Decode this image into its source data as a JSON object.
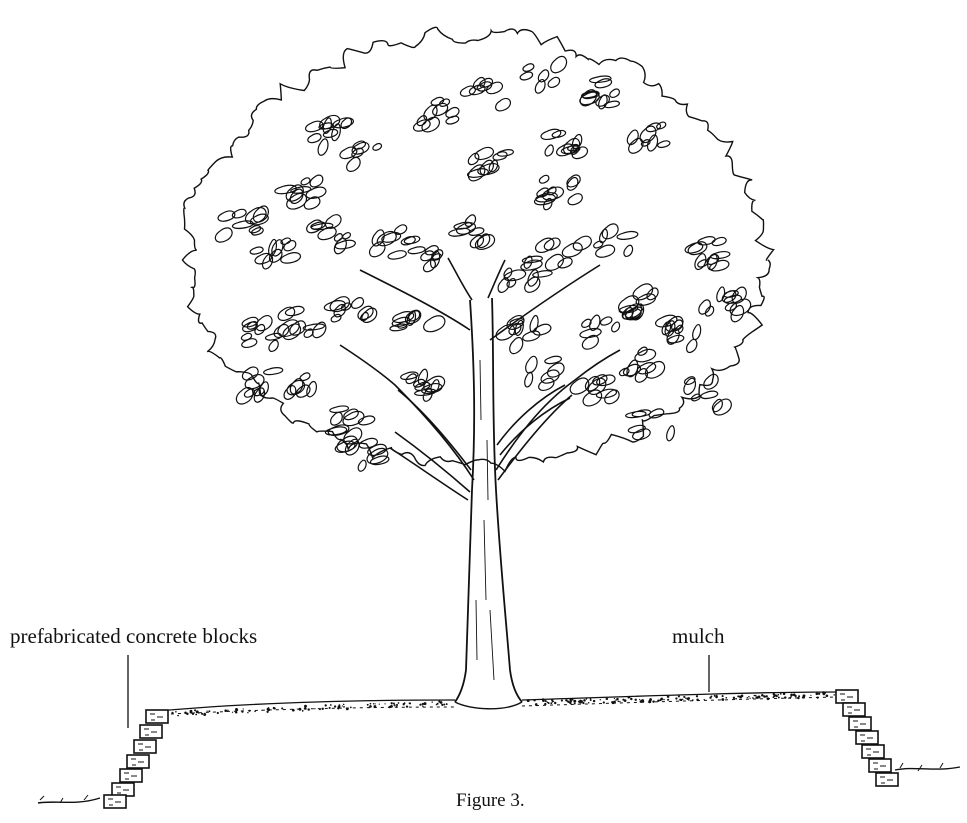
{
  "labels": {
    "blocks": "prefabricated concrete blocks",
    "mulch": "mulch"
  },
  "caption": "Figure 3."
}
